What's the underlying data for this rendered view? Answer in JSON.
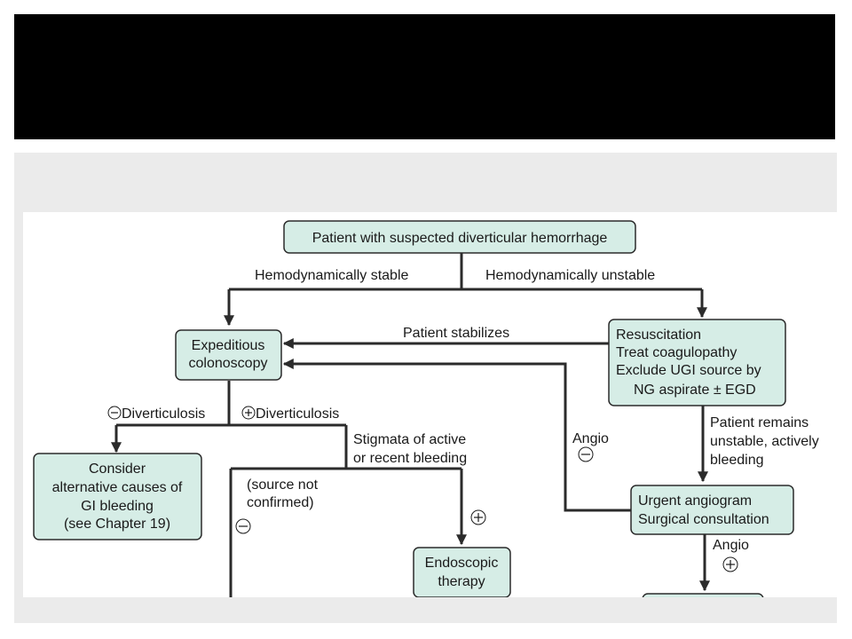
{
  "slide": {
    "title": ""
  },
  "nodes": {
    "start": "Patient with suspected diverticular hemorrhage",
    "colonoscopy": [
      "Expeditious",
      "colonoscopy"
    ],
    "resuscitation": [
      "Resuscitation",
      "Treat coagulopathy",
      "Exclude UGI source by",
      "NG aspirate ± EGD"
    ],
    "alternative": [
      "Consider",
      "alternative causes of",
      "GI bleeding",
      "(see Chapter 19)"
    ],
    "endoscopic": [
      "Endoscopic",
      "therapy"
    ],
    "angiogram": [
      "Urgent angiogram",
      "Surgical consultation"
    ]
  },
  "edges": {
    "stable": "Hemodynamically stable",
    "unstable": "Hemodynamically unstable",
    "stabilizes": "Patient stabilizes",
    "no_divert": "Diverticulosis",
    "yes_divert": "Diverticulosis",
    "stigmata": [
      "Stigmata of active",
      "or recent bleeding"
    ],
    "source_not": [
      "(source not",
      "confirmed)"
    ],
    "angio_neg": "Angio",
    "remains": [
      "Patient remains",
      "unstable, actively",
      "bleeding"
    ],
    "angio_pos": "Angio"
  },
  "colors": {
    "node_fill": "#d6ede6",
    "panel": "#ebebeb",
    "title_bar": "#000000"
  }
}
